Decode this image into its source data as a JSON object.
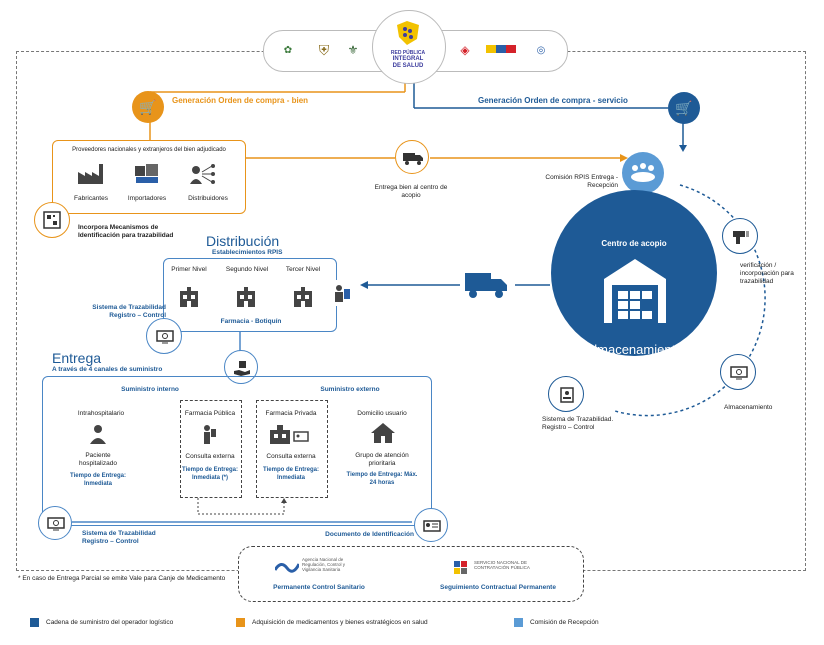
{
  "header": {
    "logo_main_line1": "RED PÚBLICA",
    "logo_main_line2": "INTEGRAL",
    "logo_main_line3": "DE SALUD"
  },
  "orders": {
    "bien": "Generación Orden de compra - bien",
    "servicio": "Generación Orden de compra - servicio"
  },
  "suppliers": {
    "title": "Proveedores nacionales y extranjeros del bien adjudicado",
    "items": [
      "Fabricantes",
      "Importadores",
      "Distribuidores"
    ],
    "mechanism": "Incorpora Mecanismos de Identificación para trazabilidad"
  },
  "delivery_to_center": "Entrega bien al centro de acopio",
  "commission": "Comisión RPIS Entrega - Recepción",
  "storage": {
    "center_label": "Centro de acopio",
    "title": "Almacenamiento",
    "verify": "verificación / incorporación para trazabilidad",
    "storage_label": "Almacenamiento",
    "trace_system": "Sistema de Trazabilidad. Registro – Control"
  },
  "distribution": {
    "title": "Distribución",
    "subtitle": "Establecimientos RPIS",
    "levels": [
      "Primer Nivel",
      "Segundo Nivel",
      "Tercer Nivel"
    ],
    "pharmacy": "Farmacia - Botiquín",
    "trace": "Sistema de Trazabilidad Registro – Control"
  },
  "entrega": {
    "title": "Entrega",
    "subtitle": "A través de 4 canales de suministro",
    "internal": "Suministro interno",
    "external": "Suministro externo",
    "channels": [
      {
        "name": "Intrahospitalario",
        "desc": "Paciente hospitalizado",
        "time": "Tiempo de Entrega: Inmediata"
      },
      {
        "name": "Farmacia Pública",
        "desc": "Consulta externa",
        "time": "Tiempo de Entrega: Inmediata (*)"
      },
      {
        "name": "Farmacia Privada",
        "desc": "Consulta externa",
        "time": "Tiempo de Entrega: Inmediata"
      },
      {
        "name": "Domicilio usuario",
        "desc": "Grupo de atención prioritaria",
        "time": "Tiempo de Entrega: Máx. 24 horas"
      }
    ],
    "trace": "Sistema de Trazabilidad Registro – Control",
    "id_doc": "Documento de Identificación"
  },
  "footnote": "* En caso de Entrega Parcial se emite Vale para Canje de Medicamento",
  "agencies": {
    "arcsa_name": "Agencia Nacional de Regulación, Control y Vigilancia Sanitaria",
    "arcsa_label": "Permanente Control Sanitario",
    "sercop_name": "SERVICIO NACIONAL DE CONTRATACIÓN PÚBLICA",
    "sercop_label": "Seguimiento Contractual Permanente"
  },
  "legend": [
    {
      "label": "Cadena de suministro del operador logístico",
      "color": "#1e5a96"
    },
    {
      "label": "Adquisición de medicamentos y bienes estratégicos en salud",
      "color": "#e8941a"
    },
    {
      "label": "Comisión de Recepción",
      "color": "#5b9bd5"
    }
  ]
}
